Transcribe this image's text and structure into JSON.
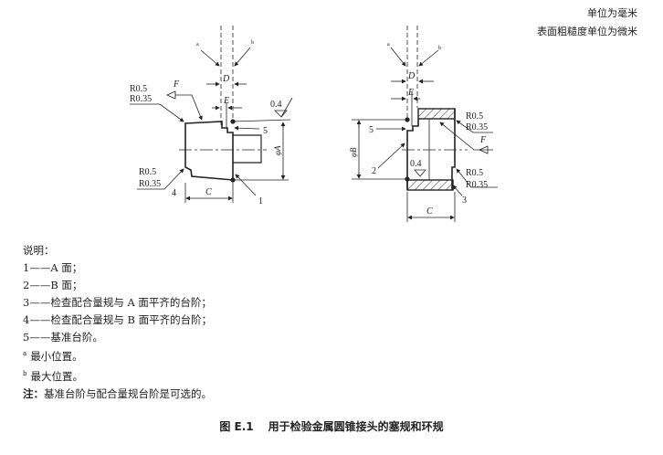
{
  "header": {
    "unit_note": "单位为毫米",
    "roughness_note": "表面粗糙度单位为微米"
  },
  "plug_gauge": {
    "a": "a",
    "b": "b",
    "D": "D",
    "E": "E",
    "F": "F",
    "r_top_1": "R0.5",
    "r_top_2": "R0.35",
    "r_bot_1": "R0.5",
    "r_bot_2": "R0.35",
    "roughness": "0.4",
    "dia": "φA",
    "C": "C",
    "n1": "1",
    "n4": "4",
    "n5": "5"
  },
  "ring_gauge": {
    "a": "a",
    "b": "b",
    "D": "D",
    "E": "E",
    "F": "F",
    "r_top_1": "R0.5",
    "r_top_2": "R0.35",
    "r_bot_1": "R0.5",
    "r_bot_2": "R0.35",
    "roughness": "0.4",
    "dia": "φB",
    "C": "C",
    "n2": "2",
    "n3": "3",
    "n5": "5"
  },
  "legend": {
    "title": "说明：",
    "items": [
      "1——A 面；",
      "2——B 面；",
      "3——检查配合量规与 A 面平齐的台阶；",
      "4——检查配合量规与 B 面平齐的台阶；",
      "5——基准台阶。"
    ],
    "footnotes": [
      {
        "mark": "a",
        "text": "最小位置。"
      },
      {
        "mark": "b",
        "text": "最大位置。"
      }
    ],
    "note_label": "注：",
    "note_text": "基准台阶与配合量规台阶是可选的。"
  },
  "caption": {
    "number": "图 E.1",
    "title": "用于检验金属圆锥接头的塞规和环规"
  }
}
